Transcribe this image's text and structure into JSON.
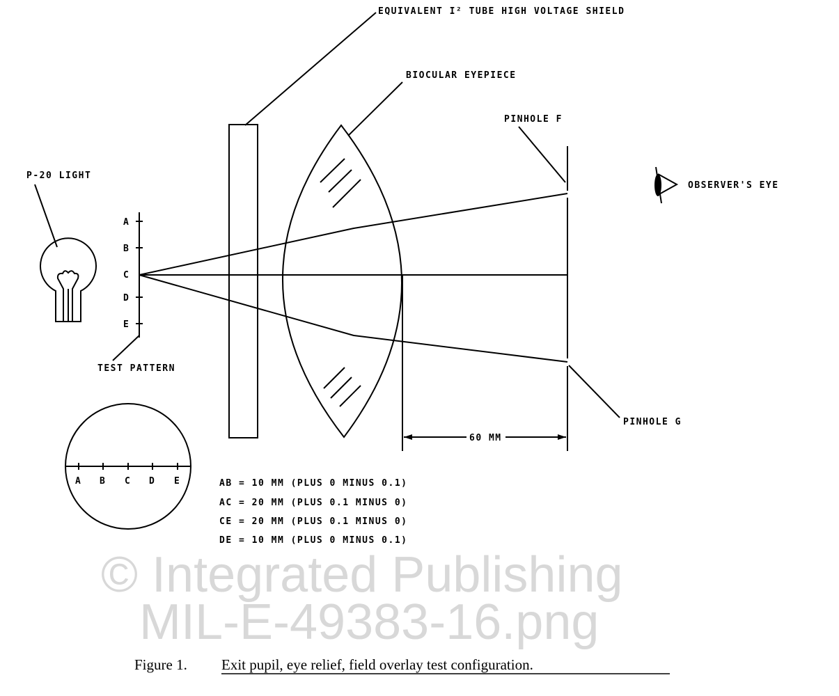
{
  "labels": {
    "shield": "EQUIVALENT I² TUBE HIGH VOLTAGE SHIELD",
    "eyepiece": "BIOCULAR EYEPIECE",
    "pinhole_f": "PINHOLE F",
    "pinhole_g": "PINHOLE G",
    "observer": "OBSERVER'S EYE",
    "light": "P-20 LIGHT",
    "test_pattern": "TEST PATTERN",
    "distance": "60 MM"
  },
  "pattern_points": [
    "A",
    "B",
    "C",
    "D",
    "E"
  ],
  "tolerances": [
    "AB = 10 MM (PLUS 0 MINUS 0.1)",
    "AC = 20 MM (PLUS 0.1 MINUS 0)",
    "CE = 20 MM (PLUS 0.1 MINUS 0)",
    "DE = 10 MM (PLUS 0 MINUS 0.1)"
  ],
  "caption": {
    "number": "Figure 1.",
    "text": "Exit pupil, eye relief, field overlay test configuration."
  },
  "watermark": [
    "© Integrated Publishing",
    "MIL-E-49383-16.png"
  ]
}
